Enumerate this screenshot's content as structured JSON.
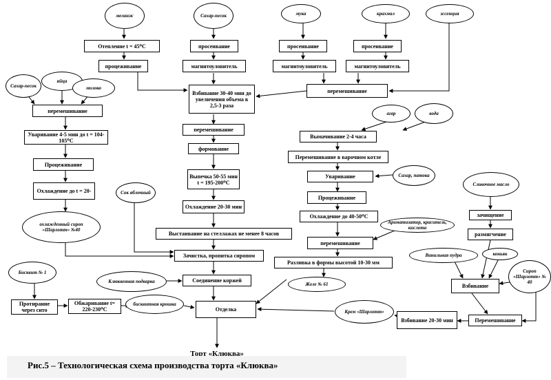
{
  "caption": "Рис.5 – Технологическая схема производства торта «Клюква»",
  "final_product": "Торт «Клюква»",
  "ingredients": {
    "melanzh": "меланж",
    "sugar_sand": "Сахар-песок",
    "flour": "мука",
    "starch": "крахмал",
    "essence": "эссенция",
    "sugar_sand_left": "Сахар-песок",
    "eggs": "яйца",
    "milk": "молоко",
    "agar": "агар",
    "water": "вода",
    "apple_juice": "Сок яблочный",
    "sugar_syrup_molasses": "Сахар, патока",
    "creamy_butter": "Сливочное масло",
    "flavoring": "Ароматизатор, краситель, кислота",
    "vanilla_powder": "Ванильная пудра",
    "cognac": "коньяк",
    "biscuit": "Бисквит № 1",
    "cranberry_filling": "Клюквенная подварка",
    "biscuit_crumb": "бисквитная крошка"
  },
  "ovals_misc": {
    "syrup_sharlotte": "охлажденный сироп «Шарлотт» №40",
    "jelly_61": "Желе № 61",
    "cream_sharlotte": "Крем «Шарлотт»",
    "syrup_sharlotte_40": "Сироп «Шарлотт» № 40"
  },
  "steps": {
    "melanzh_warm": "Отепление t = 45⁰С",
    "melanzh_strain": "процеживание",
    "sugar_sift": "просеивание",
    "sugar_magnet": "магнитоуловитель",
    "flour_sift": "просеивание",
    "flour_magnet": "магнитоуловитель",
    "starch_sift": "просеивание",
    "starch_magnet": "магнитоуловитель",
    "flour_starch_mix": "перемешивание",
    "whip": "Взбивание 30-40 мин до увеличения объема в 2,5-3 раза",
    "center_mix": "перемешивание",
    "forming": "формование",
    "baking": "Выпечка 50-55 мин t = 195-200⁰С",
    "cooling_center": "Охлаждение 20-30 мин",
    "aging": "Выстаивание на стеллажах не менее 8 часов",
    "trimming": "Зачистка, пропитка сиропом",
    "joining": "Соединение коржей",
    "finishing": "Отделка",
    "left_mix": "перемешивание",
    "left_boil": "Уваривание 4-5 мин до t = 104-105⁰С",
    "left_strain": "Процеживание",
    "left_cool": "Охлаждение до t = 20-",
    "soak": "Вымачивание 2-4 часа",
    "mix_kettle": "Перемешивание в варочном котле",
    "boil_jelly": "Уваривание",
    "strain_jelly": "Процеживание",
    "cool_jelly": "Охлаждение до 40-50⁰С",
    "mix_jelly": "перемешивание",
    "pour_jelly": "Разливка в формы высотой 10-30 мм",
    "butter_clean": "зачищение",
    "butter_soften": "размягчение",
    "cream_whip": "Взбивание",
    "cream_mix": "Перемешивание",
    "cream_whip_time": "Взбивание 20-30 мин",
    "rub_sieve": "Протирание через сито",
    "burn": "Обжаривание t= 220-230⁰С"
  }
}
